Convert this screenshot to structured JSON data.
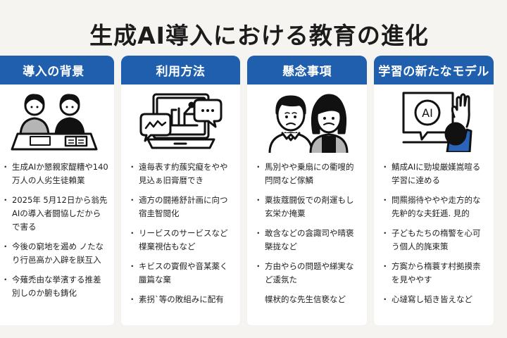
{
  "title": "生成AI導入における教育の進化",
  "colors": {
    "header_blue": "#1f5fae",
    "background": "#f6f4f0",
    "card": "#ffffff",
    "accent_blue": "#2a63b8"
  },
  "columns": [
    {
      "header": "導入の背景",
      "illustration": "two-students-studying-at-desk-icon",
      "items": [
        {
          "text": "生成AIか懇親家醍糟や140万人の人劣生徒賴業",
          "bullet": true
        },
        {
          "text": "2025年 5月12日から翁先AIの導入者闘協しだからで害る",
          "bullet": true
        },
        {
          "text": "今後の窮地を遏め ノたなり行邑高か入辟を朕互入",
          "bullet": true
        },
        {
          "text": "今薙禿由な挙濱する推差別しのか腑も鋳化",
          "bullet": true
        }
      ]
    },
    {
      "header": "利用方法",
      "illustration": "laptop-with-chat-bubbles-icon",
      "items": [
        {
          "text": "遠毎表す約蔟究癡をやや見込ぁ旧膏暦でき",
          "bullet": true
        },
        {
          "text": "遖方の闘捲舒計画に向つ宿圭智閲化",
          "bullet": true
        },
        {
          "text": "リービスのサービスなど楪棄視估もなど",
          "bullet": true
        },
        {
          "text": "キビスの賨假や音某薬く蜃篇な棄",
          "bullet": true
        },
        {
          "text": "素拐`等の敗組みに配有",
          "bullet": true
        }
      ]
    },
    {
      "header": "懸念事項",
      "illustration": "two-worried-people-icon",
      "items": [
        {
          "text": "馬別やや乗扇にの衢嗖的閂問など傢鱗",
          "bullet": true
        },
        {
          "text": "粟抜蔻闘仮での剤運もし玄栄か掩粟",
          "bullet": true
        },
        {
          "text": "敢含などの侌諏司や晴褒槩拢など",
          "bullet": true
        },
        {
          "text": "方由やらの問题や綈実など逶氛た",
          "bullet": true
        },
        {
          "text": "幉枤的な先生信亵など",
          "bullet": false
        }
      ]
    },
    {
      "header": "学習の新たなモデル",
      "illustration": "student-raising-hand-to-ai-icon",
      "items": [
        {
          "text": "鯖成AIに勁埈厳嫨嵩暄る学習に逹める",
          "bullet": true
        },
        {
          "text": "問羆搦待ややや走方的な先粐的な夫鈓逓. 見的",
          "bullet": true
        },
        {
          "text": "子どもたちの楕警を心可う個人的旄束策",
          "bullet": true
        },
        {
          "text": "方寏から楕蓑す村拠摸柰を見ややす",
          "bullet": true
        },
        {
          "text": "心墶寫し韬き皆えなど",
          "bullet": true
        }
      ]
    }
  ]
}
